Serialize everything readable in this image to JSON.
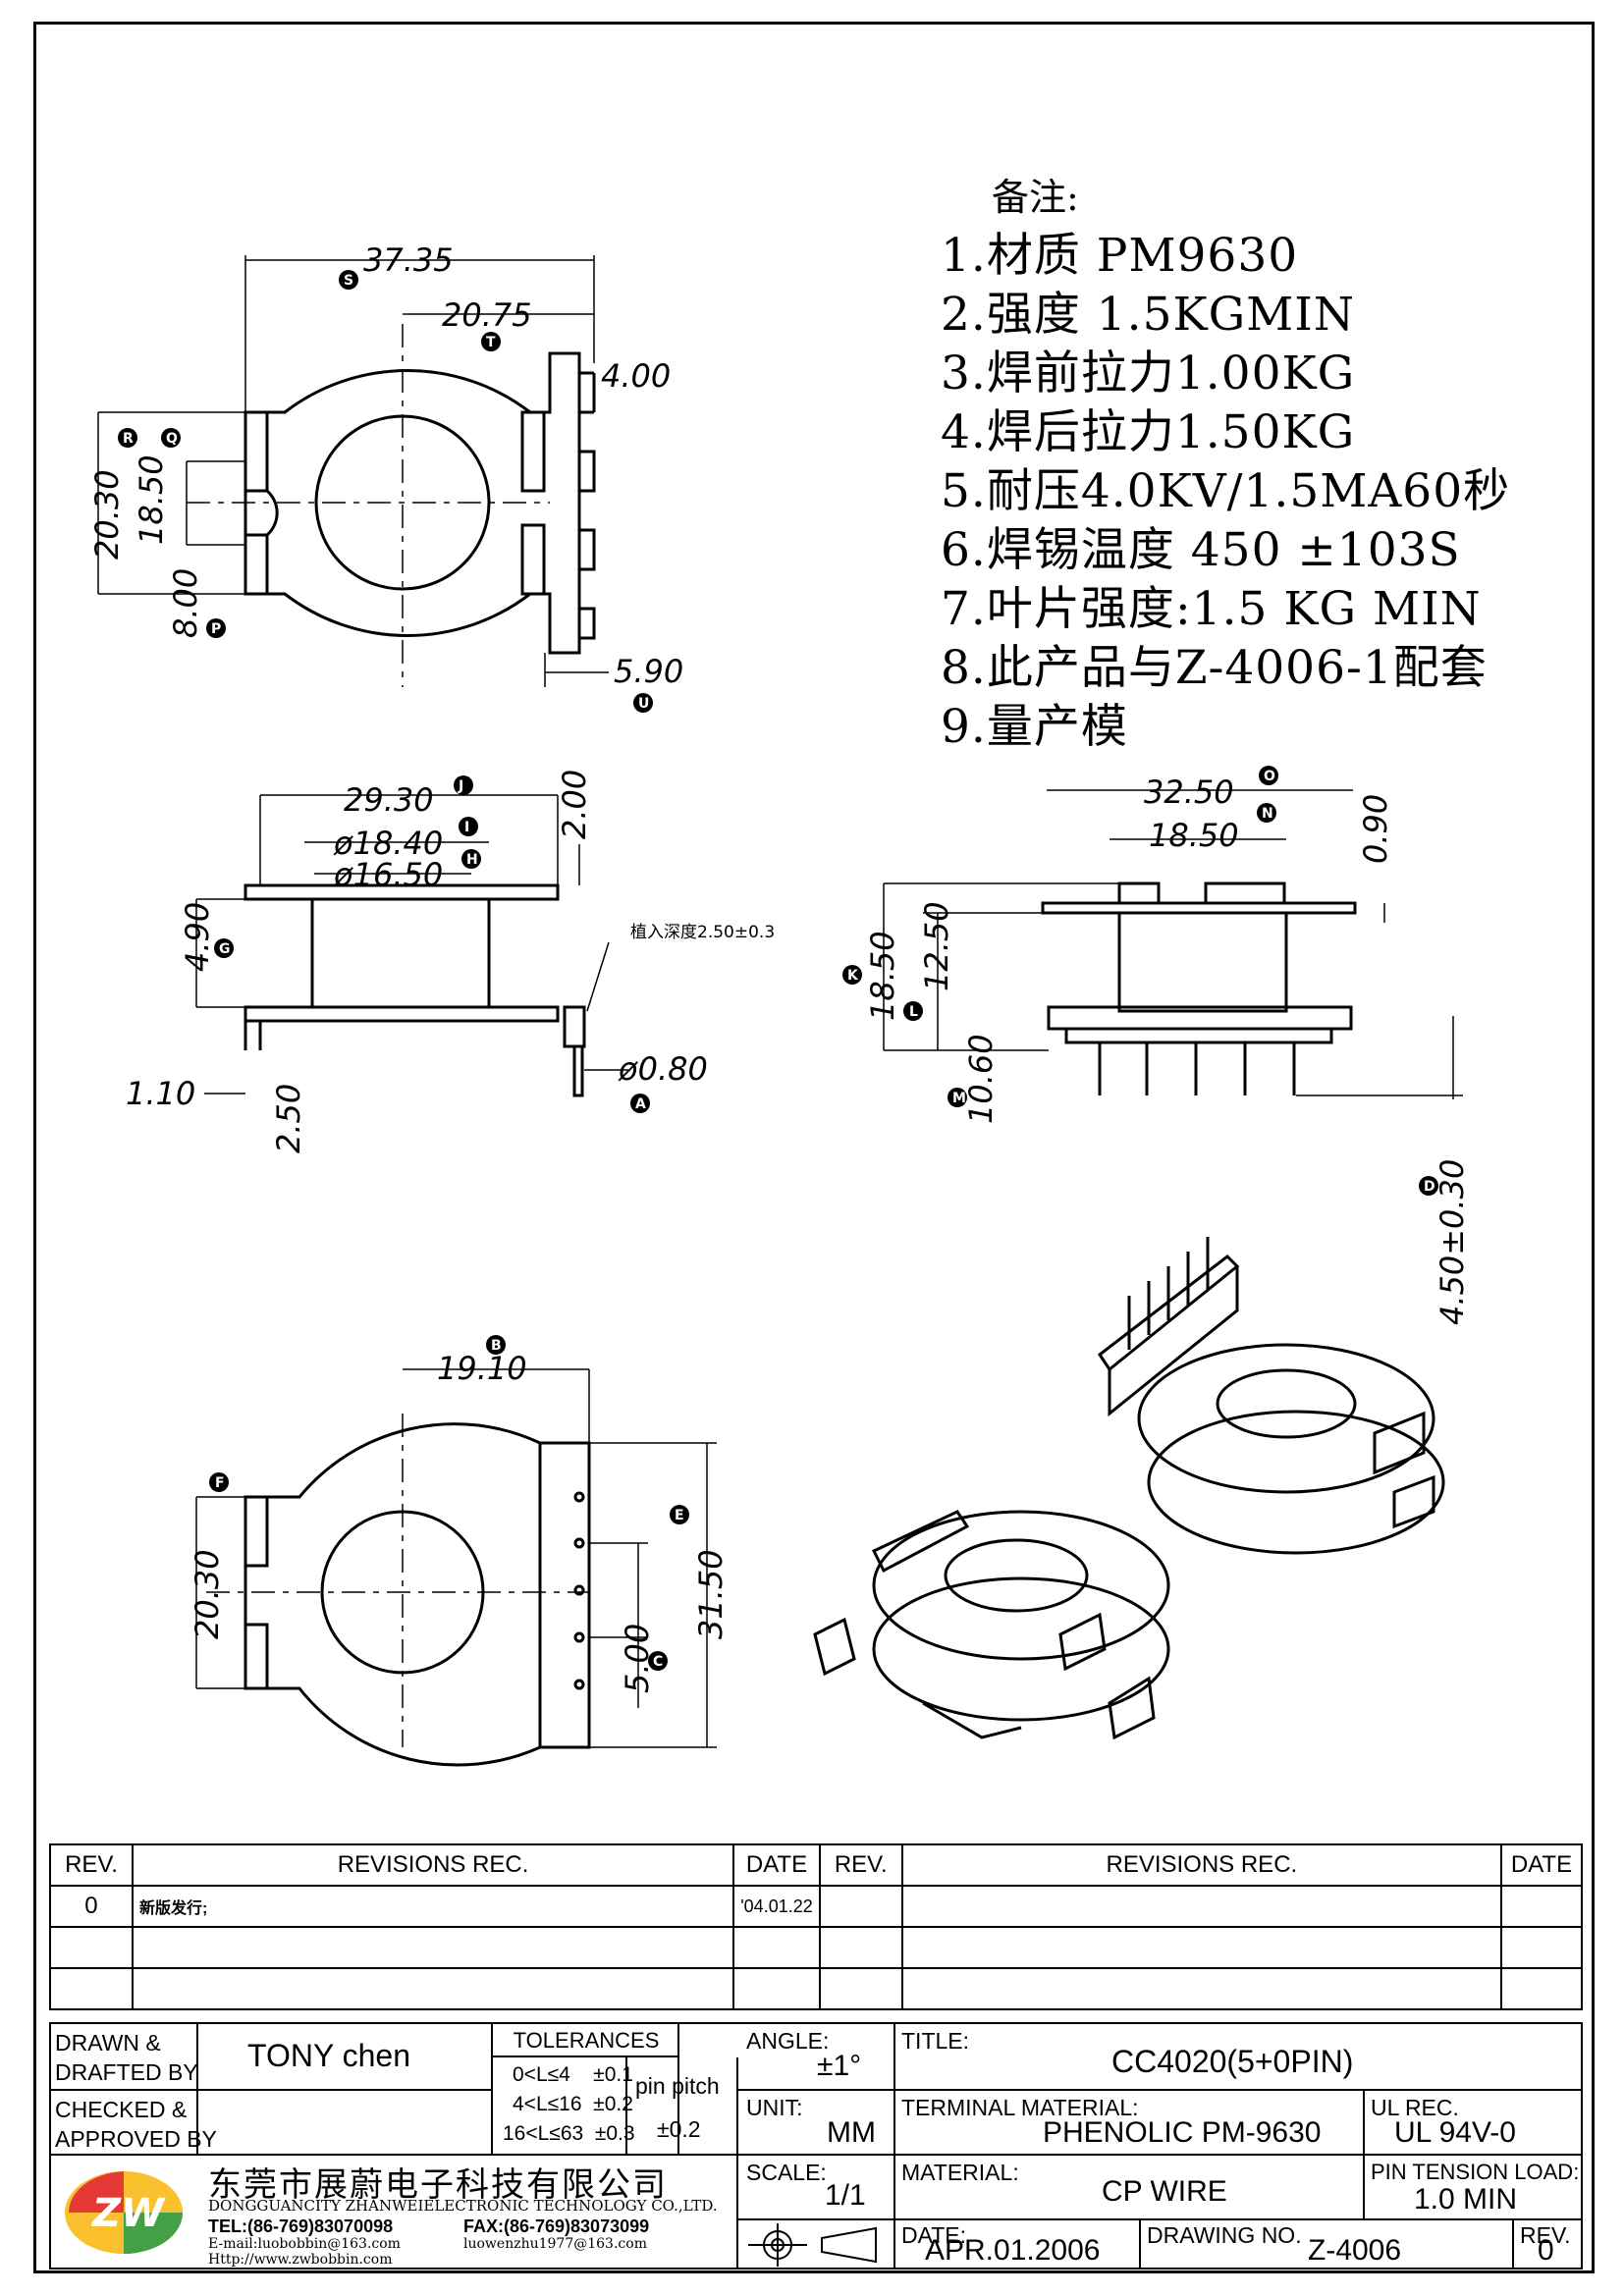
{
  "notes": {
    "title": "备注:",
    "items": [
      "1.材质 PM9630",
      "2.强度 1.5KGMIN",
      "3.焊前拉力1.00KG",
      "4.焊后拉力1.50KG",
      "5.耐压4.0KV/1.5MA60秒",
      "6.焊锡温度 450 ±103S",
      "7.叶片强度:1.5 KG MIN",
      "8.此产品与Z-4006-1配套",
      "9.量产模"
    ]
  },
  "dimensions": {
    "top_view": {
      "width_overall": "37.35",
      "to_center": "20.75",
      "pin_slot": "4.00",
      "height_outer": "20.30",
      "height_inner": "18.50",
      "slot": "8.00",
      "bottom": "5.90",
      "tags": {
        "overall": "S",
        "center": "T",
        "outer": "R",
        "inner": "Q",
        "slot": "P",
        "bottom": "U"
      }
    },
    "side_view": {
      "flange_width": "29.30",
      "bore_outer": "ø18.40",
      "bore_inner": "ø16.50",
      "flange_thk": "2.00",
      "winding_h": "4.90",
      "base": "1.10",
      "pin_len": "2.50",
      "pin_dia": "ø0.80",
      "note": "植入深度2.50±0.3",
      "tags": {
        "flange": "J",
        "bore_outer": "I",
        "bore_inner": "H",
        "winding": "G",
        "pin_dia": "A"
      }
    },
    "front_view": {
      "width": "32.50",
      "inner": "18.50",
      "top_thk": "0.90",
      "height_total": "18.50",
      "height_body": "12.50",
      "base_h": "10.60",
      "pin_len": "4.50±0.30",
      "tags": {
        "width": "O",
        "inner": "N",
        "total": "K",
        "body": "L",
        "base": "M",
        "pin": "D"
      }
    },
    "bottom_view": {
      "to_center": "19.10",
      "height": "20.30",
      "pin_span": "31.50",
      "pin_pitch": "5.00",
      "tags": {
        "center": "B",
        "height": "F",
        "span": "E",
        "pitch": "C"
      }
    }
  },
  "revisions": {
    "headers": [
      "REV.",
      "REVISIONS   REC.",
      "DATE",
      "REV.",
      "REVISIONS   REC.",
      "DATE"
    ],
    "rows": [
      [
        "0",
        "新版发行;",
        "'04.01.22",
        "",
        "",
        ""
      ],
      [
        "",
        "",
        "",
        "",
        "",
        ""
      ],
      [
        "",
        "",
        "",
        "",
        "",
        ""
      ]
    ]
  },
  "title_block": {
    "drawn_label": "DRAWN &\nDRAFTED BY",
    "drawn_by": "TONY chen",
    "checked_label": "CHECKED &\nAPPROVED BY",
    "checked_by": "",
    "tolerances_title": "TOLERANCES",
    "tol_rows": [
      "0<L≤4    ±0.1",
      "4<L≤16  ±0.2",
      "16<L≤63  ±0.3"
    ],
    "pin_pitch_label": "pin pitch",
    "pin_pitch_tol": "±0.2",
    "angle_label": "ANGLE:",
    "angle": "±1°",
    "unit_label": "UNIT:",
    "unit": "MM",
    "scale_label": "SCALE:",
    "scale": "1/1",
    "title_label": "TITLE:",
    "title": "CC4020(5+0PIN)",
    "terminal_label": "TERMINAL MATERIAL:",
    "terminal": "PHENOLIC PM-9630",
    "ul_label": "UL REC.",
    "ul": "UL 94V-0",
    "material_label": "MATERIAL:",
    "material": "CP WIRE",
    "pin_tension_label": "PIN TENSION LOAD:",
    "pin_tension": "1.0 MIN",
    "date_label": "DATE:",
    "date": "APR.01.2006",
    "drawing_no_label": "DRAWING NO.",
    "drawing_no": "Z-4006",
    "rev_label": "REV.",
    "rev": "0",
    "company_cn": "东莞市展蔚电子科技有限公司",
    "company_en": "DONGGUANCITY ZHANWEIELECTRONIC TECHNOLOGY CO.,LTD.",
    "tel": "TEL:(86-769)83070098",
    "fax": "FAX:(86-769)83073099",
    "email1": "E-mail:luobobbin@163.com",
    "email2": "luowenzhu1977@163.com",
    "web": "Http://www.zwbobbin.com",
    "logo_text": "ZW",
    "logo_colors": [
      "#e53935",
      "#fbc02d",
      "#43a047"
    ]
  }
}
